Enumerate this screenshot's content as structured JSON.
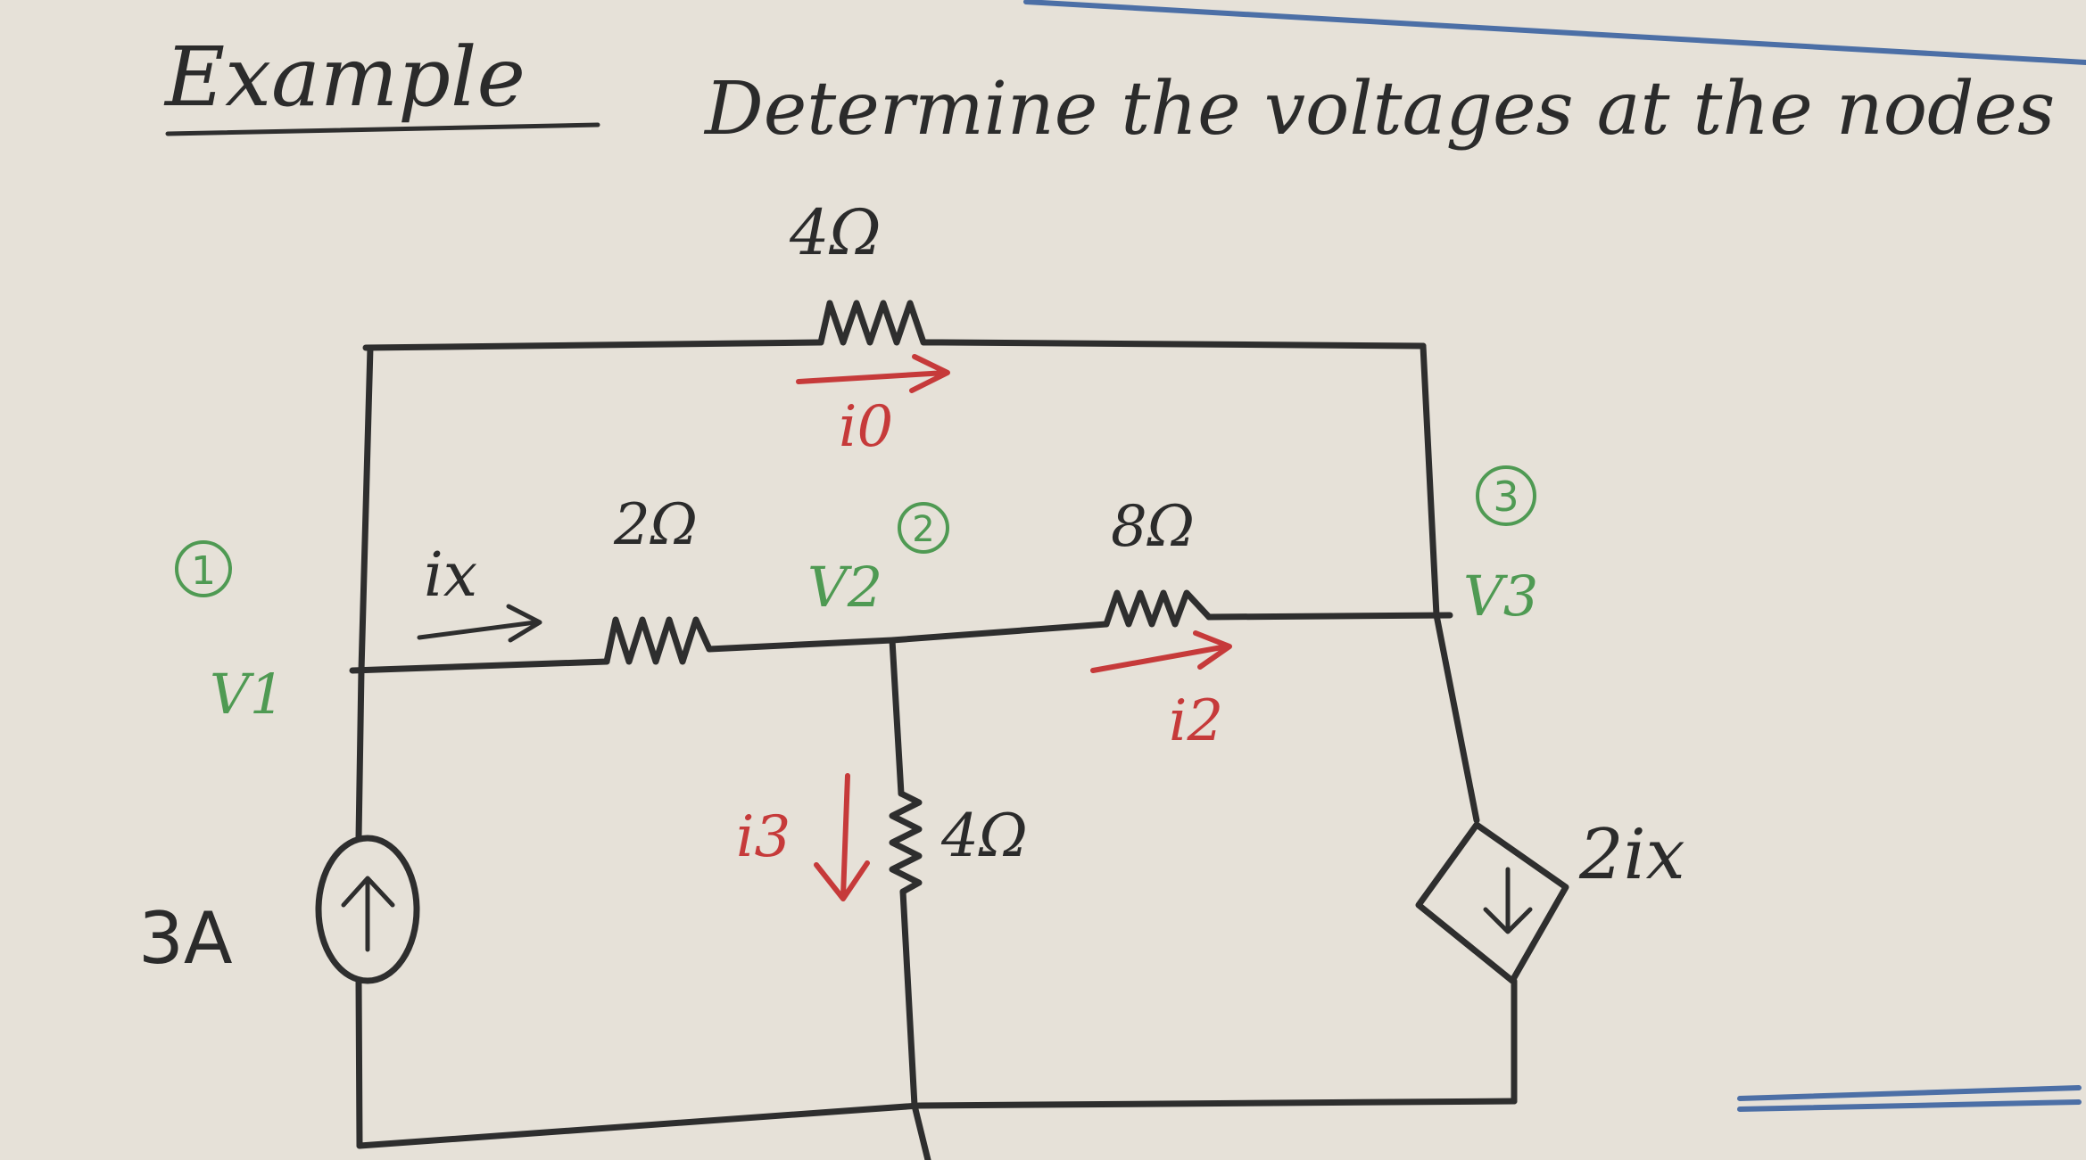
{
  "title": {
    "label": "Example",
    "text": "Determine the voltages at the nodes"
  },
  "components": {
    "r_top": "4Ω",
    "r_left": "2Ω",
    "r_right": "8Ω",
    "r_middle": "4Ω",
    "current_source": "3A",
    "dependent_source": "2ix"
  },
  "currents": {
    "ix": "ix",
    "i0": "i0",
    "i2": "i2",
    "i3": "i3"
  },
  "nodes": {
    "n1_number": "1",
    "n1_label": "V1",
    "n2_number": "2",
    "n2_label": "V2",
    "n3_number": "3",
    "n3_label": "V3"
  },
  "colors": {
    "ink": "#2b2b2b",
    "current_annotations": "#c63a3a",
    "node_annotations": "#4f9a53",
    "board_line": "#4c6fa6",
    "board": "#e6e1d8"
  }
}
